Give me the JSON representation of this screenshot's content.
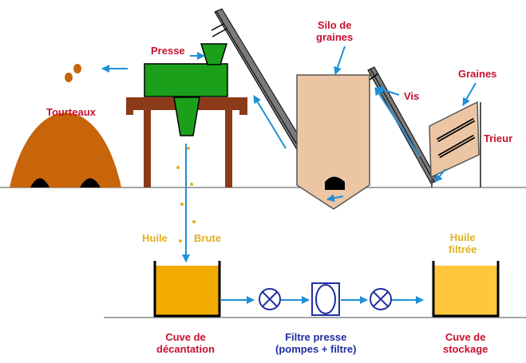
{
  "labels": {
    "presse": "Presse",
    "silo_line1": "Silo de",
    "silo_line2": "graines",
    "vis": "Vis",
    "graines": "Graines",
    "trieur": "Trieur",
    "tourteaux": "Tourteaux",
    "huile": "Huile",
    "brute": "Brute",
    "huile_filtree_line1": "Huile",
    "huile_filtree_line2": "filtrée",
    "cuve_decantation_line1": "Cuve de",
    "cuve_decantation_line2": "décantation",
    "filtre_line1": "Filtre presse",
    "filtre_line2": "(pompes + filtre)",
    "cuve_stockage_line1": "Cuve de",
    "cuve_stockage_line2": "stockage"
  },
  "colors": {
    "label_red": "#c8102e",
    "label_gold": "#e0b020",
    "label_navy": "#1f2fa0",
    "arrow_blue": "#1e90d8",
    "press_green": "#1aa01a",
    "table_brown": "#8b3a1a",
    "cake_orange": "#c8640a",
    "silo_beige": "#ecc6a4",
    "oil_orange": "#f0aa00",
    "filtered_oil_yellow": "#ffc83a"
  }
}
